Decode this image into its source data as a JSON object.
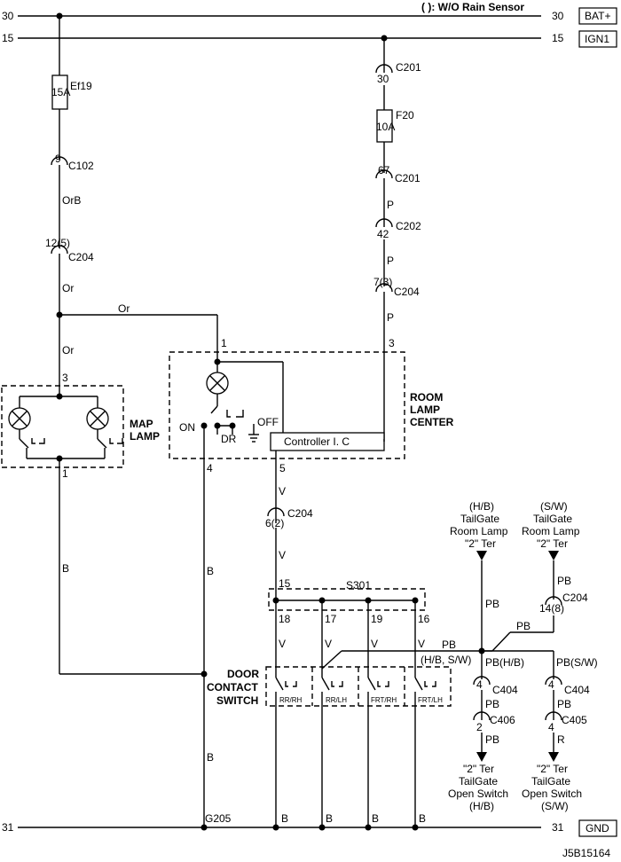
{
  "header": {
    "note": "( ): W/O Rain Sensor",
    "id": "J5B15164"
  },
  "rails": {
    "bat_num": "30",
    "bat_label": "BAT+",
    "ign_num": "15",
    "ign_label": "IGN1",
    "gnd_num": "31",
    "gnd_label": "GND"
  },
  "left": {
    "fuse_id": "Ef19",
    "fuse_rating": "15A",
    "c102_pin": "9",
    "c102": "C102",
    "wire_orb": "OrB",
    "c204_pin": "12(5)",
    "c204": "C204",
    "wire_or1": "Or",
    "wire_or2": "Or",
    "wire_or3": "Or",
    "map_pin_top": "3",
    "map_pin_bot": "1",
    "map_label1": "MAP",
    "map_label2": "LAMP",
    "wire_b1": "B"
  },
  "right": {
    "c201a_pin": "30",
    "c201a": "C201",
    "fuse_id": "F20",
    "fuse_rating": "10A",
    "c201b_pin": "67",
    "c201b": "C201",
    "wire_p1": "P",
    "c202_pin": "42",
    "c202": "C202",
    "wire_p2": "P",
    "c204_pin": "7(3)",
    "c204": "C204",
    "wire_p3": "P"
  },
  "room": {
    "pin1": "1",
    "pin3": "3",
    "pin4": "4",
    "pin5": "5",
    "label1": "ROOM",
    "label2": "LAMP",
    "label3": "CENTER",
    "on": "ON",
    "off": "OFF",
    "dr": "DR",
    "controller": "Controller I. C"
  },
  "mid": {
    "wire_v1": "V",
    "c204_pin": "6(2)",
    "c204": "C204",
    "wire_v2": "V",
    "wire_b2": "B",
    "wire_b3": "B",
    "g205": "G205"
  },
  "s301": {
    "label": "S301",
    "pin15": "15",
    "pin18": "18",
    "pin17": "17",
    "pin19": "19",
    "pin16": "16",
    "v1": "V",
    "v2": "V",
    "v3": "V",
    "v4": "V",
    "pb": "PB",
    "hbsw": "(H/B, S/W)"
  },
  "door": {
    "label1": "DOOR",
    "label2": "CONTACT",
    "label3": "SWITCH",
    "sw1": "RR/RH",
    "sw2": "RR/LH",
    "sw3": "FRT/RH",
    "sw4": "FRT/LH",
    "b1": "B",
    "b2": "B",
    "b3": "B",
    "b4": "B"
  },
  "tailgate_hb": {
    "l1": "(H/B)",
    "l2": "TailGate",
    "l3": "Room Lamp",
    "l4": "\"2\" Ter",
    "wire": "PB",
    "branch": "PB(H/B)",
    "c404_pin": "4",
    "c404": "C404",
    "wire_pb": "PB",
    "c406_pin": "2",
    "c406": "C406",
    "wire_pb2": "PB",
    "e1": "\"2\" Ter",
    "e2": "TailGate",
    "e3": "Open Switch",
    "e4": "(H/B)"
  },
  "tailgate_sw": {
    "l1": "(S/W)",
    "l2": "TailGate",
    "l3": "Room Lamp",
    "l4": "\"2\" Ter",
    "wire": "PB",
    "c204_pin": "14(8)",
    "c204": "C204",
    "wire_pb": "PB",
    "branch": "PB(S/W)",
    "c404_pin": "4",
    "c404": "C404",
    "wire_pb2": "PB",
    "c405_pin": "4",
    "c405": "C405",
    "wire_r": "R",
    "e1": "\"2\" Ter",
    "e2": "TailGate",
    "e3": "Open Switch",
    "e4": "(S/W)"
  }
}
